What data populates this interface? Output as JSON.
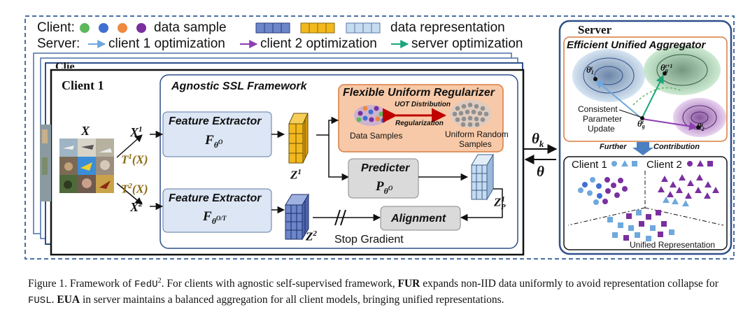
{
  "legend": {
    "client_label": "Client:",
    "data_sample_label": "data sample",
    "data_representation_label": "data representation",
    "server_label": "Server:",
    "client1_opt": "client 1 optimization",
    "client2_opt": "client 2 optimization",
    "server_opt": "server optimization",
    "colors": {
      "sample_green": "#5cb85c",
      "sample_blue": "#3f6fd1",
      "sample_orange": "#f0883e",
      "sample_purple": "#7a2f9f",
      "rep_blue": "#6b86c9",
      "rep_yellow": "#f2b81c",
      "rep_light": "#c5dbef",
      "arrow_client1": "#6fa8dc",
      "arrow_client2": "#8e3fb3",
      "arrow_server": "#1aa67a"
    }
  },
  "client_panel": {
    "back_title_fragment": "Clie",
    "title": "Client 1",
    "input_label": "X",
    "aug1": "T",
    "aug1_sup": "1",
    "aug1_arg": "(X)",
    "aug2": "T",
    "aug2_sup": "2",
    "aug2_arg": "(X)",
    "view1": "X",
    "view1_sup": "1",
    "view2": "X",
    "view2_sup": "2"
  },
  "framework": {
    "title": "Agnostic SSL Framework",
    "fe1_title": "Feature Extractor",
    "fe1_symbol": "F",
    "fe1_sub": "θ",
    "fe1_subsup": "O",
    "fe2_title": "Feature Extractor",
    "fe2_symbol": "F",
    "fe2_sub": "θ",
    "fe2_subsup": "O/T",
    "z1": "Z",
    "z1_sup": "1",
    "z2": "Z",
    "z2_sup": "2",
    "zp": "Z",
    "zp_sup": "1",
    "zp_sub": "P",
    "predicter_title": "Predicter",
    "predicter_symbol": "P",
    "predicter_sub": "θ",
    "predicter_subsup": "O",
    "alignment": "Alignment",
    "stop_gradient": "Stop Gradient"
  },
  "fur": {
    "title": "Flexible Uniform Regularizer",
    "uot": "UOT Distribution",
    "regularization": "Regularization",
    "data_samples": "Data Samples",
    "uniform_line1": "Uniform Random",
    "uniform_line2": "Samples"
  },
  "comm": {
    "theta_k": "θ",
    "theta_k_sub": "k",
    "theta": "θ"
  },
  "server": {
    "title": "Server",
    "eua_title": "Efficient Unified Aggregator",
    "theta1": "θ",
    "theta1_sup": "t",
    "theta1_sub": "1",
    "theta_g_next": "θ",
    "theta_g_next_sup": "t+1",
    "theta_g_next_sub": "g",
    "theta_g": "θ",
    "theta_g_sup": "t",
    "theta_g_sub": "g",
    "theta2": "θ",
    "theta2_sup": "t",
    "theta2_sub": "2",
    "consistent_1": "Consistent",
    "consistent_2": "Parameter",
    "consistent_3": "Update",
    "further": "Further",
    "contribution": "Contribution",
    "client1": "Client 1",
    "client2": "Client 2",
    "unified": "Unified Representation"
  },
  "caption": {
    "p1": "Figure 1.  Framework of ",
    "fedu": "FedU",
    "fedu_sup": "2",
    "p2": ".  For clients with agnostic self-supervised framework, ",
    "fur": "FUR",
    "p3": " expands non-IID data uniformly to avoid representation collapse for ",
    "fusl": "FUSL",
    "p4": ". ",
    "eua": "EUA",
    "p5": " in server maintains a balanced aggregation for all client models, bringing unified representations."
  }
}
